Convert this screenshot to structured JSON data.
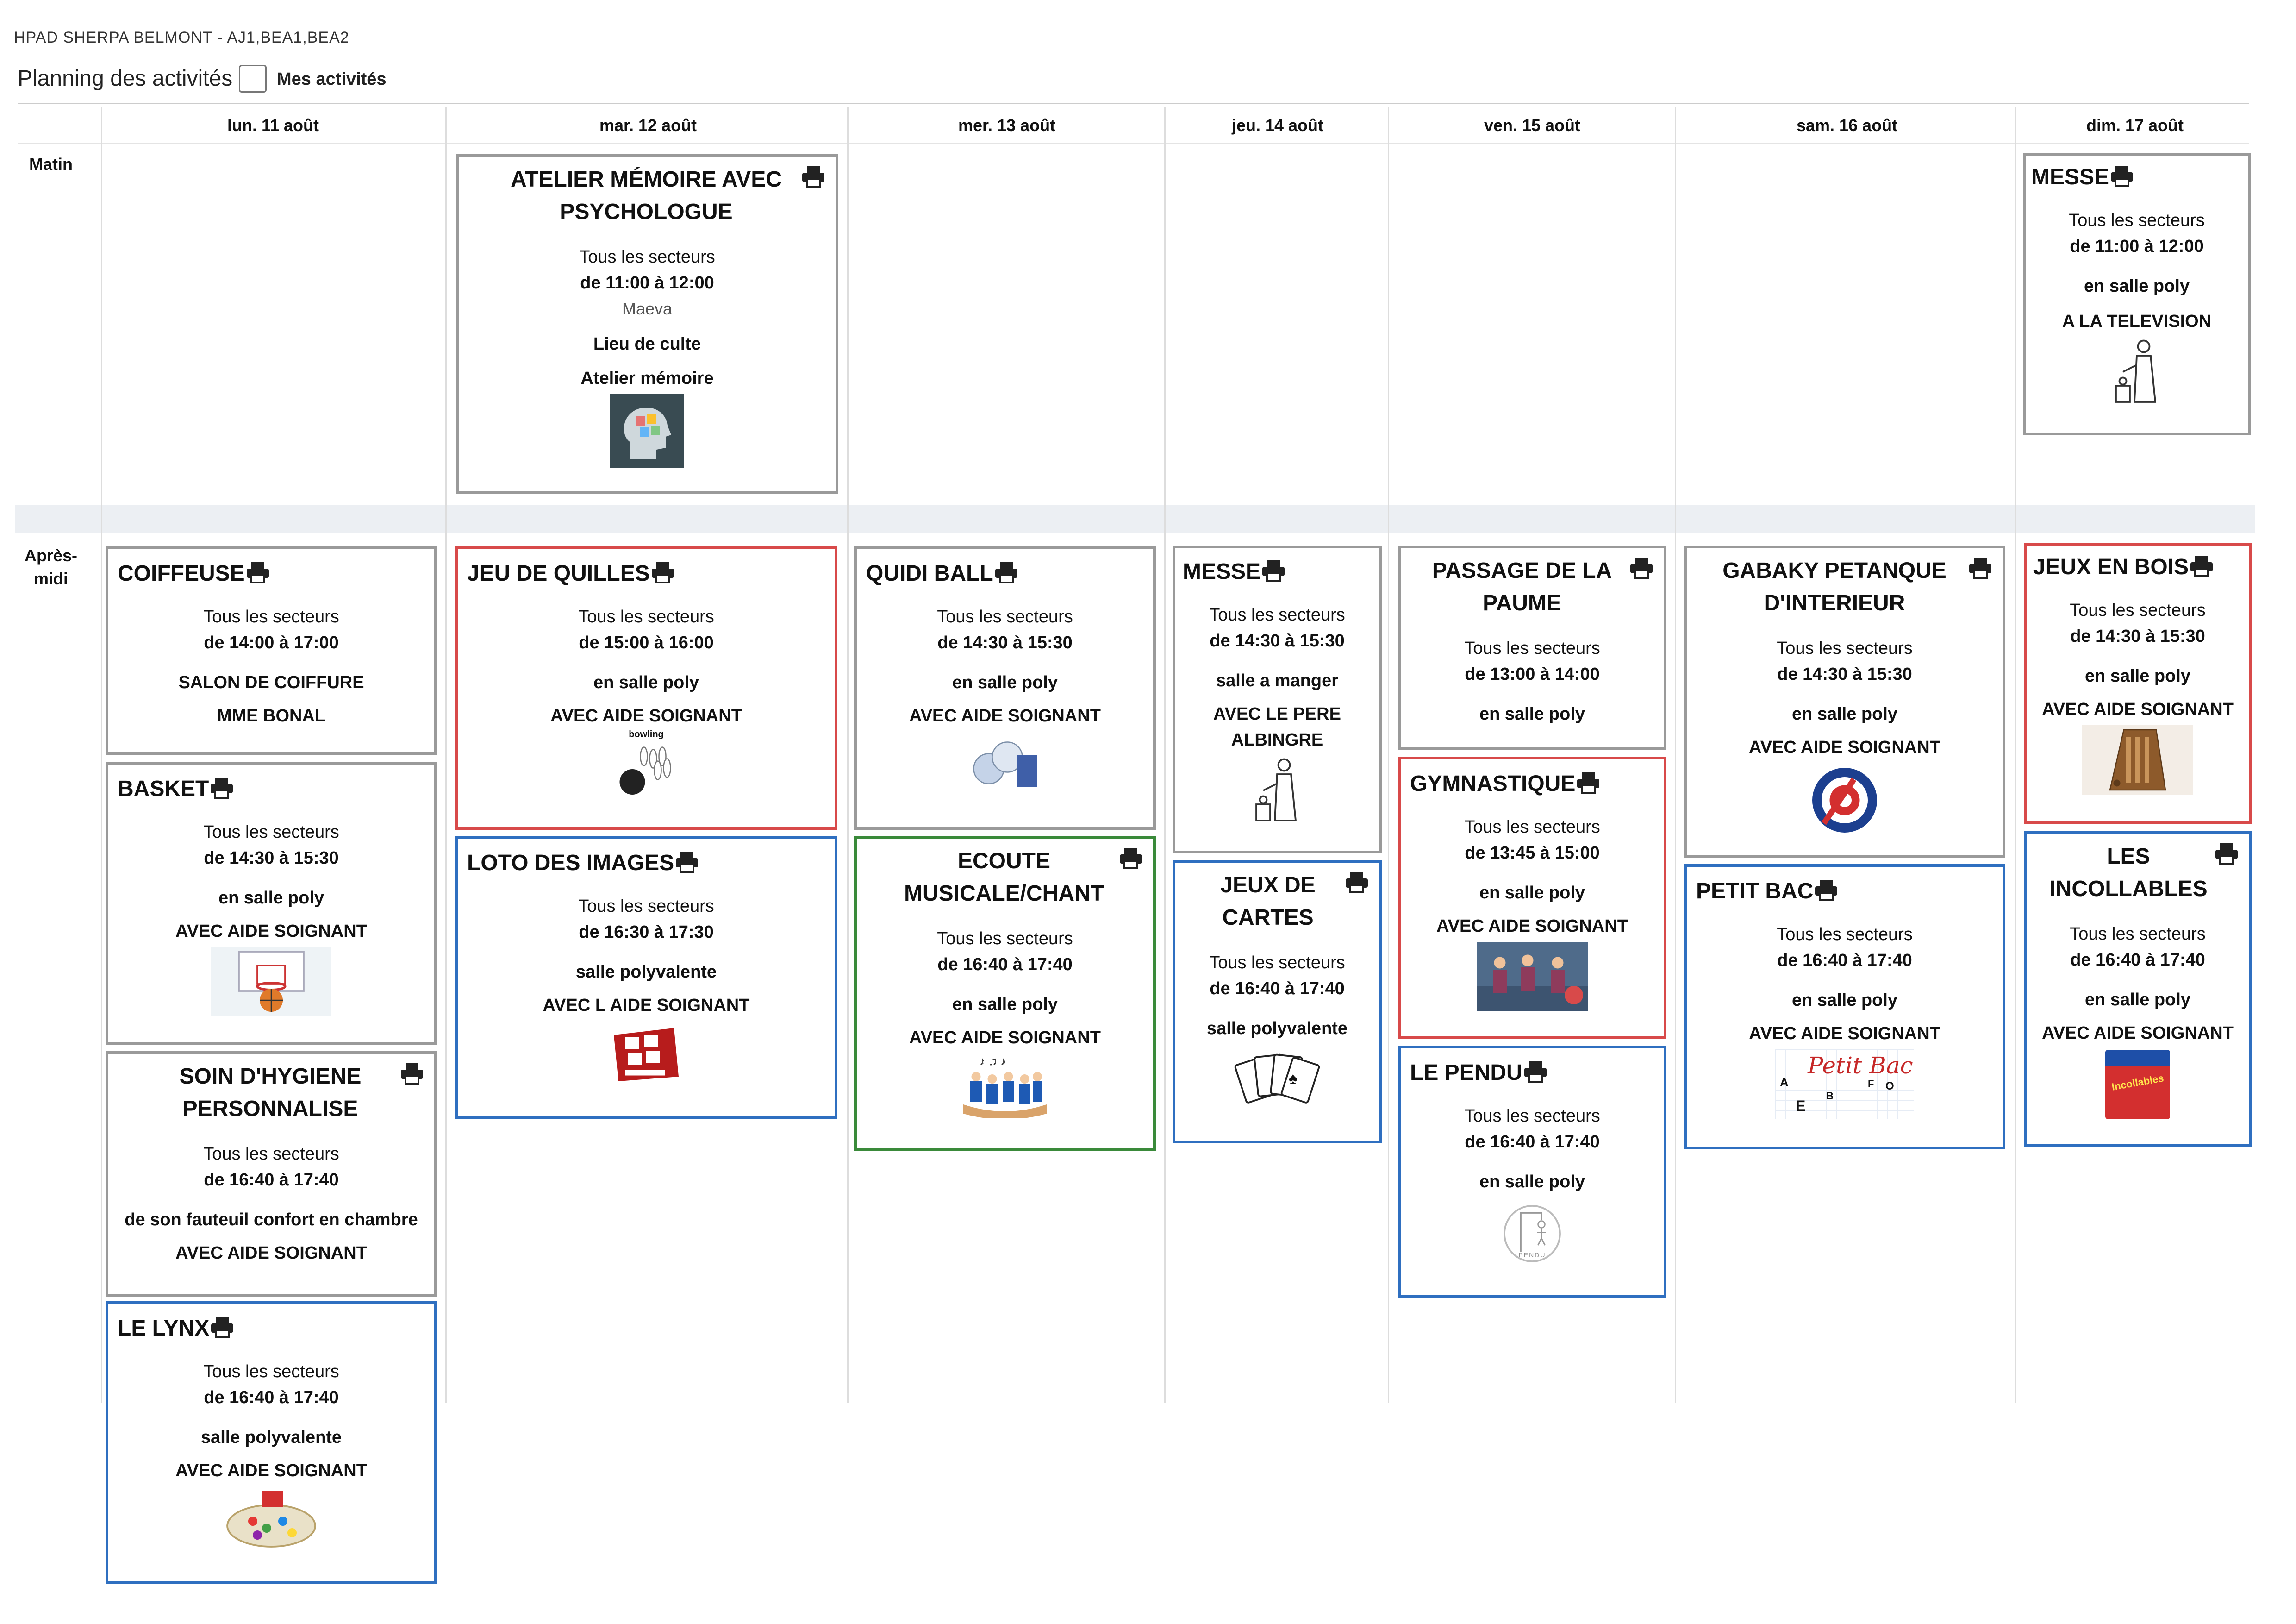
{
  "header": {
    "facility": "HPAD SHERPA BELMONT - AJ1,BEA1,BEA2",
    "planning_title": "Planning des activités",
    "mes_activites_label": "Mes activités"
  },
  "days": [
    "lun. 11 août",
    "mar. 12 août",
    "mer. 13 août",
    "jeu. 14 août",
    "ven. 15 août",
    "sam. 16 août",
    "dim. 17 août"
  ],
  "periods": {
    "morning": "Matin",
    "afternoon_1": "Après-",
    "afternoon_2": "midi"
  },
  "colors": {
    "grey": "#9a9a9a",
    "red": "#d84a4a",
    "blue": "#2f6fc0",
    "green": "#3a8a3a"
  },
  "cards": [
    {
      "id": "atelier",
      "title": "ATELIER MÉMOIRE AVEC PSYCHOLOGUE",
      "sector": "Tous les secteurs",
      "time": "de 11:00 à 12:00",
      "animator": "Maeva",
      "place": "Lieu de culte",
      "note": "Atelier mémoire",
      "icon": "memory-head-icon",
      "border": "grey"
    },
    {
      "id": "messe-dim",
      "title": "MESSE",
      "sector": "Tous les secteurs",
      "time": "de 11:00 à 12:00",
      "place": "en salle poly",
      "note": "A LA TELEVISION",
      "icon": "priest-icon",
      "border": "grey"
    },
    {
      "id": "coiffeuse",
      "title": "COIFFEUSE",
      "sector": "Tous les secteurs",
      "time": "de 14:00 à 17:00",
      "place": "SALON DE COIFFURE",
      "note": "MME BONAL",
      "border": "grey"
    },
    {
      "id": "basket",
      "title": "BASKET",
      "sector": "Tous les secteurs",
      "time": "de 14:30 à 15:30",
      "place": "en salle poly",
      "note": "AVEC AIDE SOIGNANT",
      "icon": "basketball-hoop-icon",
      "border": "grey"
    },
    {
      "id": "soin",
      "title": "SOIN D'HYGIENE PERSONNALISE",
      "sector": "Tous les secteurs",
      "time": "de 16:40 à 17:40",
      "place": "de son fauteuil confort en chambre",
      "note": "AVEC AIDE SOIGNANT",
      "border": "grey"
    },
    {
      "id": "lynx",
      "title": "LE LYNX",
      "sector": "Tous les secteurs",
      "time": "de 16:40 à 17:40",
      "place": "salle polyvalente",
      "note": "AVEC AIDE SOIGNANT",
      "icon": "lynx-game-board-icon",
      "border": "blue"
    },
    {
      "id": "quilles",
      "title": "JEU DE QUILLES",
      "sector": "Tous les secteurs",
      "time": "de 15:00 à 16:00",
      "place": "en salle poly",
      "note": "AVEC AIDE SOIGNANT",
      "icon": "bowling-icon",
      "icon_label": "bowling",
      "border": "red"
    },
    {
      "id": "loto",
      "title": "LOTO DES IMAGES",
      "sector": "Tous les secteurs",
      "time": "de 16:30 à 17:30",
      "place": "salle polyvalente",
      "note": "AVEC L AIDE SOIGNANT",
      "icon": "loto-box-icon",
      "border": "blue"
    },
    {
      "id": "quidi",
      "title": "QUIDI BALL",
      "sector": "Tous les secteurs",
      "time": "de 14:30 à 15:30",
      "place": "en salle poly",
      "note": "AVEC AIDE SOIGNANT",
      "icon": "ball-set-icon",
      "border": "grey"
    },
    {
      "id": "ecoute",
      "title": "ECOUTE MUSICALE/CHANT",
      "sector": "Tous les secteurs",
      "time": "de 16:40 à 17:40",
      "place": "en salle poly",
      "note": "AVEC AIDE SOIGNANT",
      "icon": "choir-icon",
      "border": "green"
    },
    {
      "id": "messe-jeu",
      "title": "MESSE",
      "sector": "Tous les secteurs",
      "time": "de 14:30 à 15:30",
      "place": "salle a manger",
      "note": "AVEC LE PERE ALBINGRE",
      "icon": "priest-icon",
      "border": "grey"
    },
    {
      "id": "cartes",
      "title": "JEUX DE CARTES",
      "sector": "Tous les secteurs",
      "time": "de 16:40 à 17:40",
      "place": "salle polyvalente",
      "icon": "playing-cards-icon",
      "border": "blue"
    },
    {
      "id": "paume",
      "title": "PASSAGE DE LA PAUME",
      "sector": "Tous les secteurs",
      "time": "de 13:00 à 14:00",
      "place": "en salle poly",
      "border": "grey"
    },
    {
      "id": "gym",
      "title": "GYMNASTIQUE",
      "sector": "Tous les secteurs",
      "time": "de 13:45 à 15:00",
      "place": "en salle poly",
      "note": "AVEC AIDE SOIGNANT",
      "icon": "gymnastics-photo-icon",
      "border": "red"
    },
    {
      "id": "pendu",
      "title": "LE PENDU",
      "sector": "Tous les secteurs",
      "time": "de 16:40 à 17:40",
      "place": "en salle poly",
      "icon": "hangman-icon",
      "icon_label": "PENDU",
      "border": "blue"
    },
    {
      "id": "gabaky",
      "title": "GABAKY PETANQUE D'INTERIEUR",
      "sector": "Tous les secteurs",
      "time": "de 14:30 à 15:30",
      "place": "en salle poly",
      "note": "AVEC AIDE SOIGNANT",
      "icon": "target-icon",
      "border": "grey"
    },
    {
      "id": "petitbac",
      "title": "PETIT BAC",
      "sector": "Tous les secteurs",
      "time": "de 16:40 à 17:40",
      "place": "en salle poly",
      "note": "AVEC AIDE SOIGNANT",
      "icon": "petit-bac-icon",
      "icon_label": "Petit Bac",
      "icon_letters": [
        "A",
        "B",
        "E",
        "F",
        "O"
      ],
      "border": "blue"
    },
    {
      "id": "bois",
      "title": "JEUX EN BOIS",
      "sector": "Tous les secteurs",
      "time": "de 14:30 à 15:30",
      "place": "en salle poly",
      "note": "AVEC AIDE SOIGNANT",
      "icon": "wooden-game-icon",
      "border": "red"
    },
    {
      "id": "incollables",
      "title": "LES INCOLLABLES",
      "sector": "Tous les secteurs",
      "time": "de 16:40 à 17:40",
      "place": "en salle poly",
      "note": "AVEC AIDE SOIGNANT",
      "icon": "incollables-box-icon",
      "icon_label": "Incollables",
      "border": "blue"
    }
  ]
}
